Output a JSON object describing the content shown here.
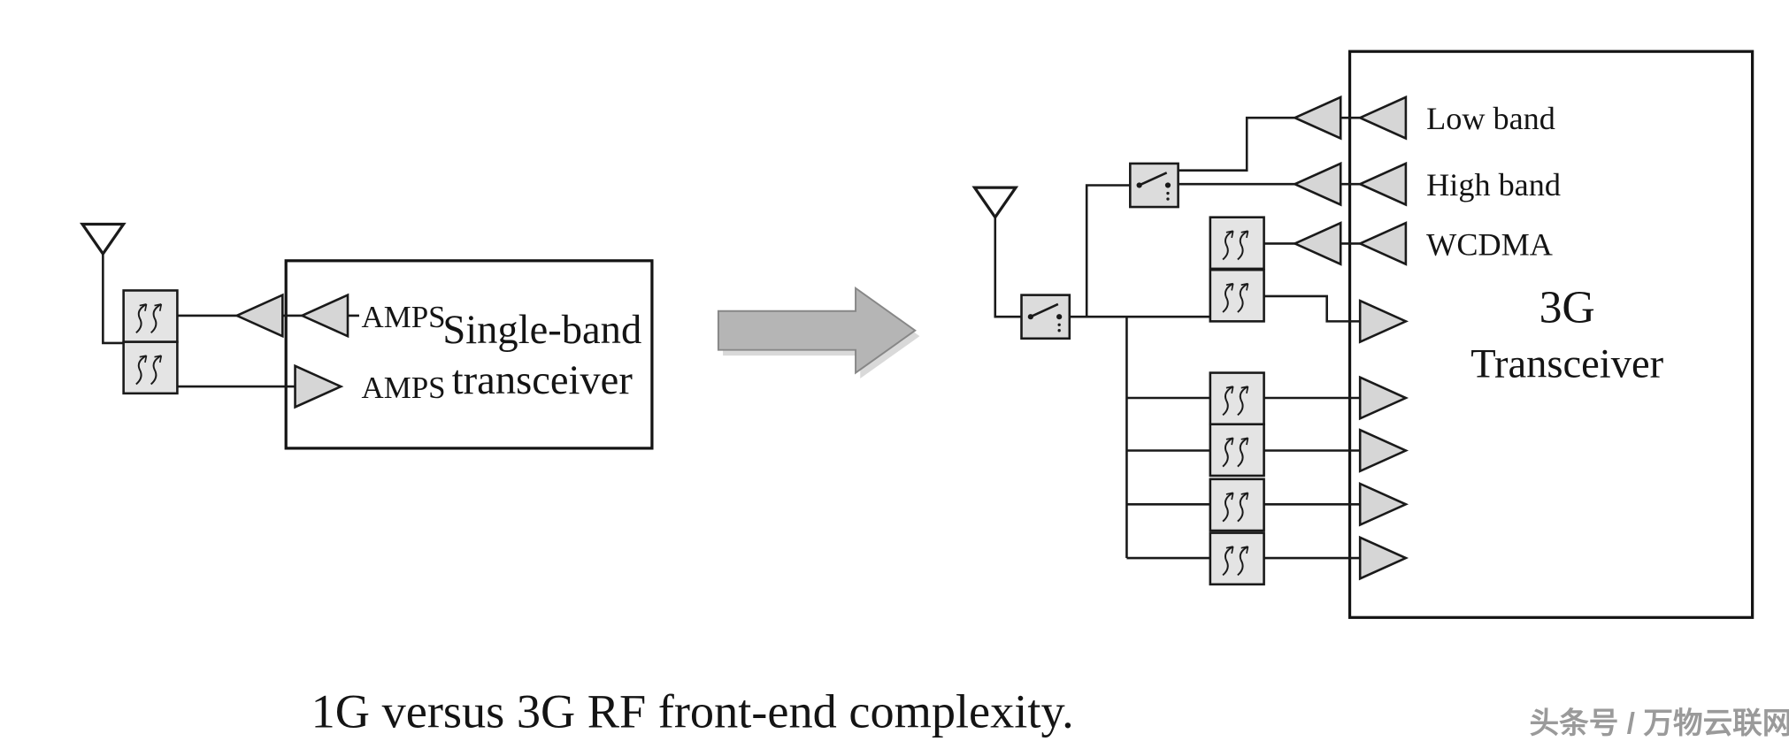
{
  "caption": "1G versus 3G RF front-end complexity.",
  "watermark": "头条号 / 万物云联网",
  "left_diagram": {
    "rx_label": "AMPS",
    "tx_label": "AMPS",
    "box_line1": "Single-band",
    "box_line2": "transceiver"
  },
  "right_diagram": {
    "bands": [
      "Low band",
      "High band",
      "WCDMA"
    ],
    "box_line1": "3G",
    "box_line2": "Transceiver"
  },
  "colors": {
    "line": "#1a1a1a",
    "block_fill": "#e4e4e4",
    "amp_fill": "#d6d6d6",
    "arrow_fill": "#b5b5b5",
    "watermark_gray": "#9a9a9a"
  }
}
